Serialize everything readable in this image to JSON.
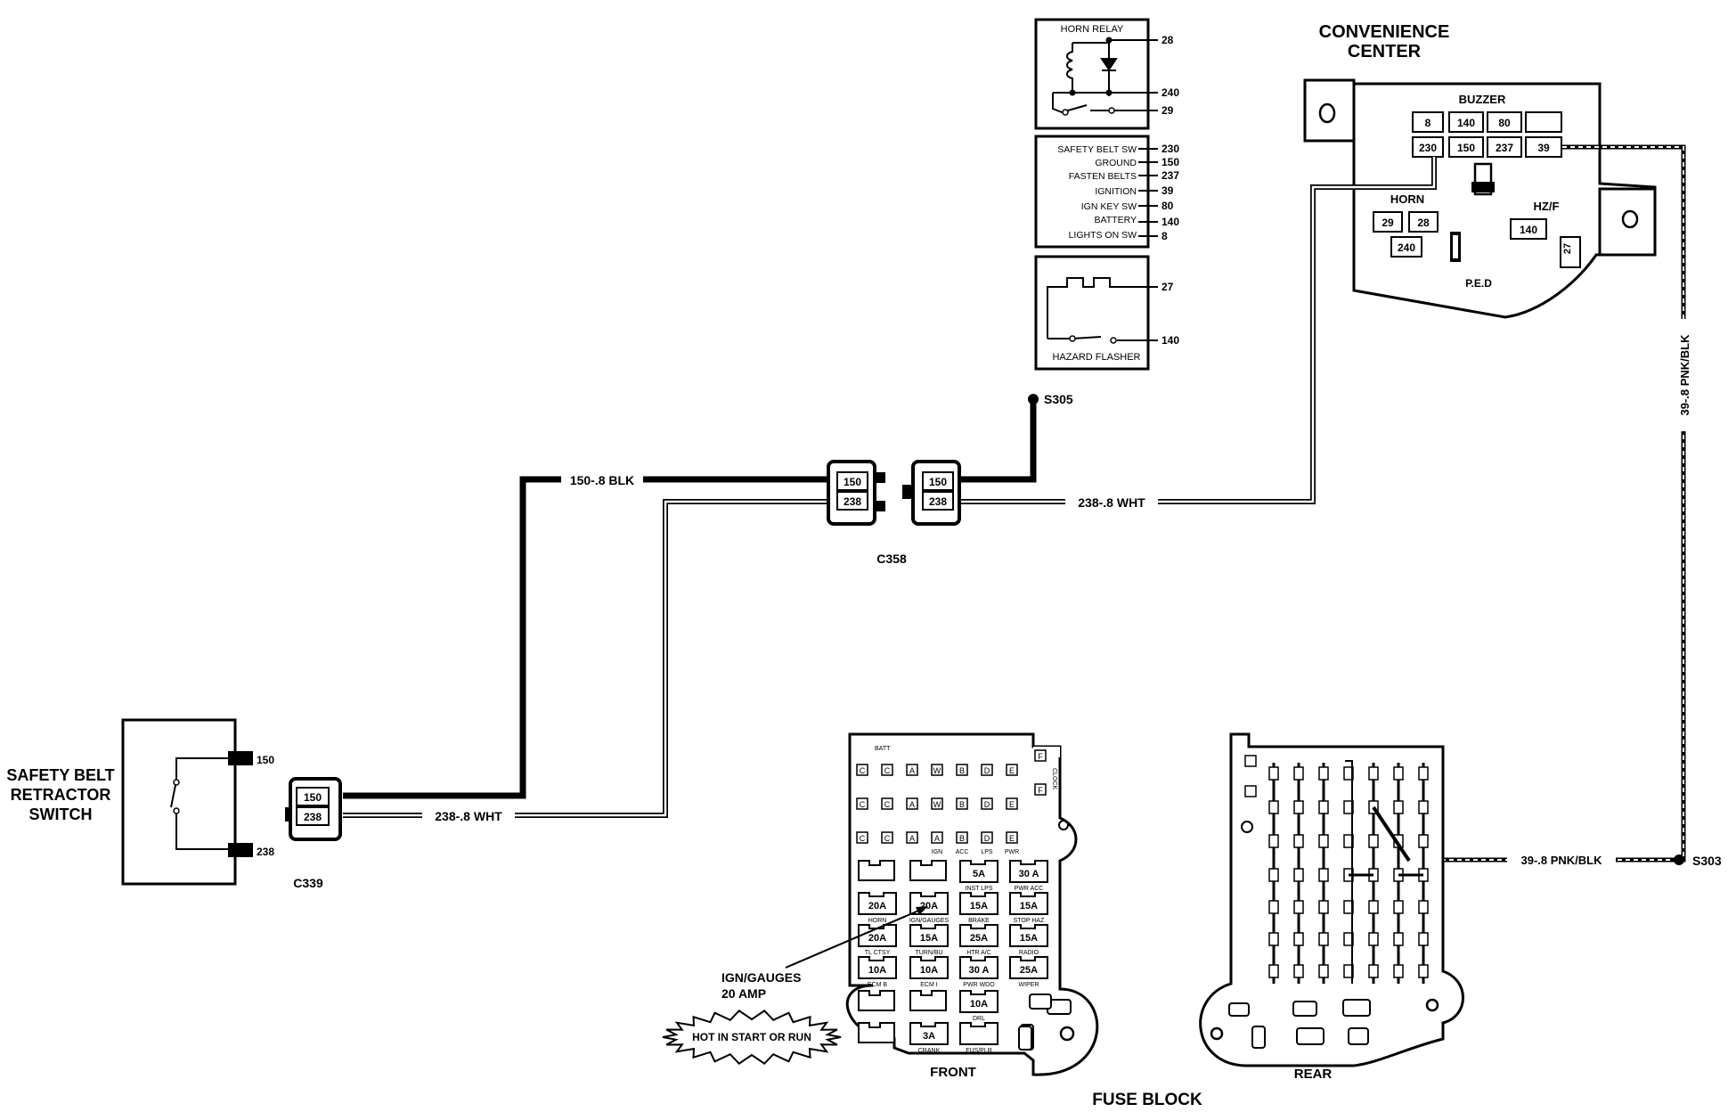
{
  "labels": {
    "convenience_center": [
      "CONVENIENCE",
      "CENTER"
    ],
    "buzzer": "BUZZER",
    "horn": "HORN",
    "hzf": "HZ/F",
    "ped": "P.E.D",
    "horn_relay": "HORN RELAY",
    "hazard_flasher": "HAZARD FLASHER",
    "s305": "S305",
    "s303": "S303",
    "c358": "C358",
    "c339": "C339",
    "safety_belt_switch": [
      "SAFETY BELT",
      "RETRACTOR",
      "SWITCH"
    ],
    "fuse_block": "FUSE BLOCK",
    "front": "FRONT",
    "rear": "REAR",
    "ign_gauges": [
      "IGN/GAUGES",
      "20 AMP"
    ],
    "hot_in": "HOT IN START OR RUN",
    "batt": "BATT",
    "clock": "CLOCK"
  },
  "wires": {
    "w150": "150-.8 BLK",
    "w238a": "238-.8 WHT",
    "w238b": "238-.8 WHT",
    "w39v": "39-.8 PNK/BLK",
    "w39h": "39-.8 PNK/BLK"
  },
  "buzzer_top": [
    "8",
    "140",
    "80",
    ""
  ],
  "buzzer_bottom": [
    "230",
    "150",
    "237",
    "39"
  ],
  "horn_fuses": [
    "29",
    "28",
    "240"
  ],
  "hzf_fuses": [
    "140",
    "27"
  ],
  "horn_relay_terms": [
    "28",
    "240",
    "29"
  ],
  "pinout": [
    {
      "name": "SAFETY BELT SW",
      "num": "230"
    },
    {
      "name": "GROUND",
      "num": "150"
    },
    {
      "name": "FASTEN BELTS",
      "num": "237"
    },
    {
      "name": "IGNITION",
      "num": "39"
    },
    {
      "name": "IGN KEY SW",
      "num": "80"
    },
    {
      "name": "BATTERY",
      "num": "140"
    },
    {
      "name": "LIGHTS ON SW",
      "num": "8"
    }
  ],
  "flasher_terms": [
    "27",
    "140"
  ],
  "connector_pins": [
    "150",
    "238"
  ],
  "switch_terms": [
    "150",
    "238"
  ],
  "front_rows": [
    [
      "C",
      "C",
      "A",
      "W",
      "B",
      "D",
      "E"
    ],
    [
      "C",
      "C",
      "A",
      "W",
      "B",
      "D",
      "E"
    ],
    [
      "C",
      "C",
      "A",
      "A",
      "B",
      "D",
      "E"
    ]
  ],
  "front_tag_row": [
    "",
    "",
    "IGN",
    "ACC",
    "LPS",
    "PWR"
  ],
  "front_fuses": [
    {
      "row": 0,
      "col": 2,
      "rating": "5A",
      "label": "INST LPS"
    },
    {
      "row": 0,
      "col": 3,
      "rating": "30 A",
      "label": "PWR ACC"
    },
    {
      "row": 1,
      "col": 0,
      "rating": "20A",
      "label": "HORN"
    },
    {
      "row": 1,
      "col": 1,
      "rating": "20A",
      "label": "IGN/GAUGES"
    },
    {
      "row": 1,
      "col": 2,
      "rating": "15A",
      "label": "BRAKE"
    },
    {
      "row": 1,
      "col": 3,
      "rating": "15A",
      "label": "STOP HAZ"
    },
    {
      "row": 2,
      "col": 0,
      "rating": "20A",
      "label": "TL CTSY"
    },
    {
      "row": 2,
      "col": 1,
      "rating": "15A",
      "label": "TURN/BU"
    },
    {
      "row": 2,
      "col": 2,
      "rating": "25A",
      "label": "HTR A/C"
    },
    {
      "row": 2,
      "col": 3,
      "rating": "15A",
      "label": "RADIO"
    },
    {
      "row": 3,
      "col": 0,
      "rating": "10A",
      "label": "ECM B"
    },
    {
      "row": 3,
      "col": 1,
      "rating": "10A",
      "label": "ECM I"
    },
    {
      "row": 3,
      "col": 2,
      "rating": "30 A",
      "label": "PWR WDO"
    },
    {
      "row": 3,
      "col": 3,
      "rating": "25A",
      "label": "WIPER"
    },
    {
      "row": 4,
      "col": 2,
      "rating": "10A",
      "label": "DRL"
    },
    {
      "row": 5,
      "col": 1,
      "rating": "3A",
      "label": "CRANK"
    },
    {
      "row": 5,
      "col": 2,
      "rating": "",
      "label": "FUS/PLR"
    }
  ]
}
